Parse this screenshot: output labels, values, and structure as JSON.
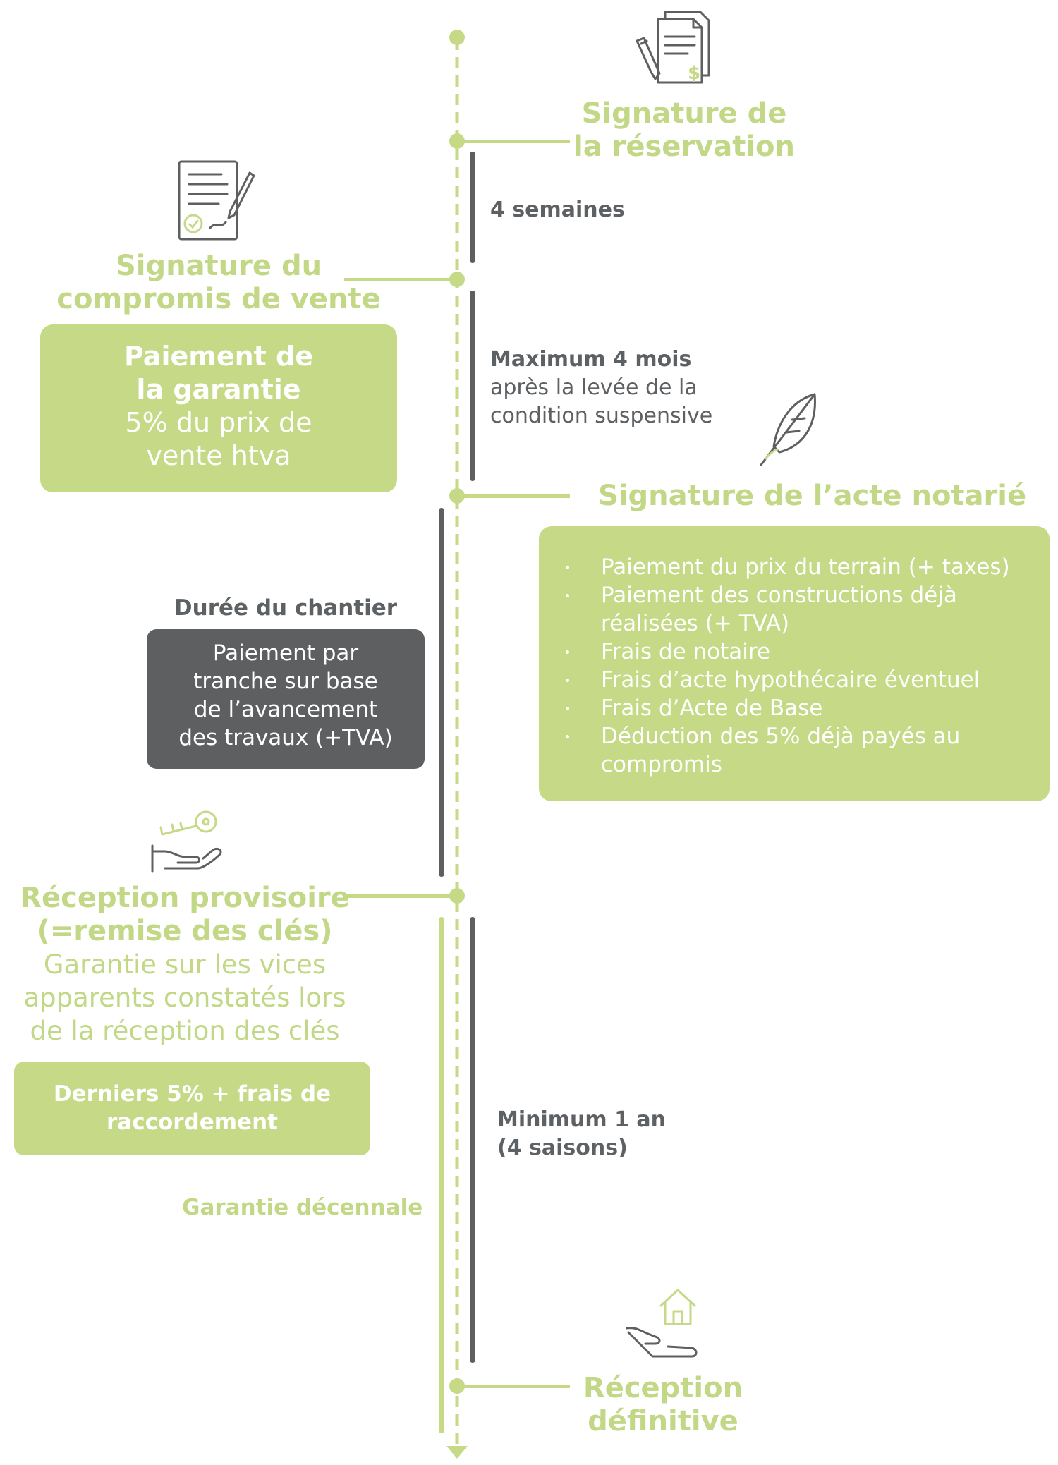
{
  "colors": {
    "accent_green": "#c5d987",
    "dark_grey": "#5d5f61",
    "text_grey": "#5e6164"
  },
  "milestones": {
    "reservation": {
      "line1": "Signature de",
      "line2": "la réservation",
      "icon": "contract-dollar-icon"
    },
    "compromis": {
      "line1": "Signature du",
      "line2": "compromis de vente",
      "icon": "signed-document-icon"
    },
    "acte": {
      "label": "Signature de l’acte notarié",
      "icon": "feather-quill-icon"
    },
    "provisoire": {
      "line1": "Réception provisoire",
      "line2": "(=remise des clés)",
      "note_lines": [
        "Garantie sur les vices",
        "apparents constatés lors",
        "de la réception des clés"
      ],
      "icon": "hand-key-icon"
    },
    "definitive": {
      "line1": "Réception",
      "line2": "définitive",
      "icon": "hand-house-icon"
    }
  },
  "periods": {
    "p1": {
      "bold": "4 semaines"
    },
    "p2": {
      "bold": "Maximum 4 mois",
      "line2": "après la levée de la",
      "line3": "condition suspensive"
    },
    "p3": {
      "bold": "Durée du chantier"
    },
    "p4": {
      "bold1": "Minimum 1 an",
      "bold2": "(4 saisons)"
    },
    "decennale": "Garantie décennale"
  },
  "boxes": {
    "garantie": {
      "bold1": "Paiement de",
      "bold2": "la garantie",
      "line3": "5% du prix de",
      "line4": "vente htva"
    },
    "acte_items": [
      "Paiement du prix du terrain (+ taxes)",
      "Paiement des constructions déjà réalisées (+ TVA)",
      "Frais de notaire",
      "Frais d’acte hypothécaire éventuel",
      "Frais d’Acte de Base",
      "Déduction des 5% déjà payés au compromis"
    ],
    "chantier": {
      "lines": [
        "Paiement par",
        "tranche sur base",
        "de l’avancement",
        "des travaux (+TVA)"
      ]
    },
    "derniers": {
      "line1": "Derniers 5% + frais de",
      "line2": "raccordement"
    }
  }
}
